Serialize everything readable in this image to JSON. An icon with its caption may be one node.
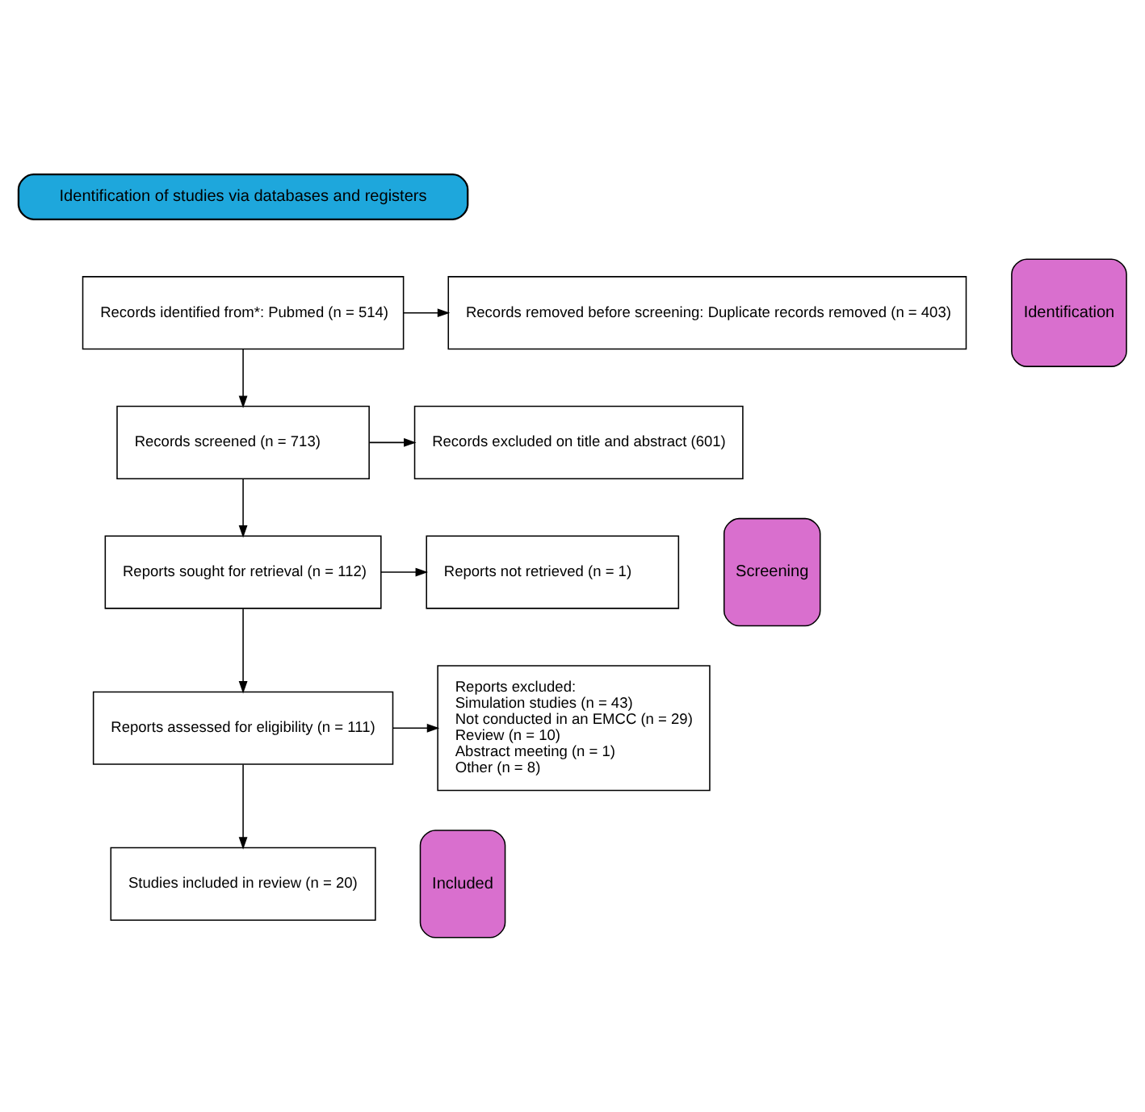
{
  "diagram": {
    "nodes": [
      {
        "text": [
          "Identification of studies via databases and registers"
        ]
      },
      {
        "text": [
          "Identification"
        ]
      },
      {
        "text": [
          "Records identified from*: Pubmed (n = 514)"
        ]
      },
      {
        "text": [
          "Records removed before screening: Duplicate records removed (n = 403)"
        ]
      },
      {
        "text": [
          "Screening"
        ]
      },
      {
        "text": [
          "Records screened (n = 713)"
        ]
      },
      {
        "text": [
          "Records excluded on title and abstract (601)"
        ]
      },
      {
        "text": [
          "Reports sought for retrieval (n = 112)"
        ]
      },
      {
        "text": [
          "Reports not retrieved (n = 1)"
        ]
      },
      {
        "text": [
          "Reports assessed for eligibility (n = 111)"
        ]
      },
      {
        "text": [
          "Reports excluded:",
          "Simulation studies (n = 43)",
          "Not conducted in an EMCC (n = 29)",
          "Review (n = 10)",
          "Abstract meeting (n = 1)",
          "Other (n = 8)"
        ]
      },
      {
        "text": [
          "Included"
        ]
      },
      {
        "text": [
          "Studies included in review (n = 20)"
        ]
      }
    ],
    "edges": [
      {
        "from": 2,
        "to": 3,
        "arrow": "to"
      },
      {
        "from": 2,
        "to": 5,
        "arrow": "to"
      },
      {
        "from": 5,
        "to": 6,
        "arrow": "to"
      },
      {
        "from": 5,
        "to": 7,
        "arrow": "to"
      },
      {
        "from": 7,
        "to": 8,
        "arrow": "to"
      },
      {
        "from": 7,
        "to": 9,
        "arrow": "to"
      },
      {
        "from": 9,
        "to": 10,
        "arrow": "to"
      },
      {
        "from": 9,
        "to": 12,
        "arrow": "to"
      }
    ]
  }
}
